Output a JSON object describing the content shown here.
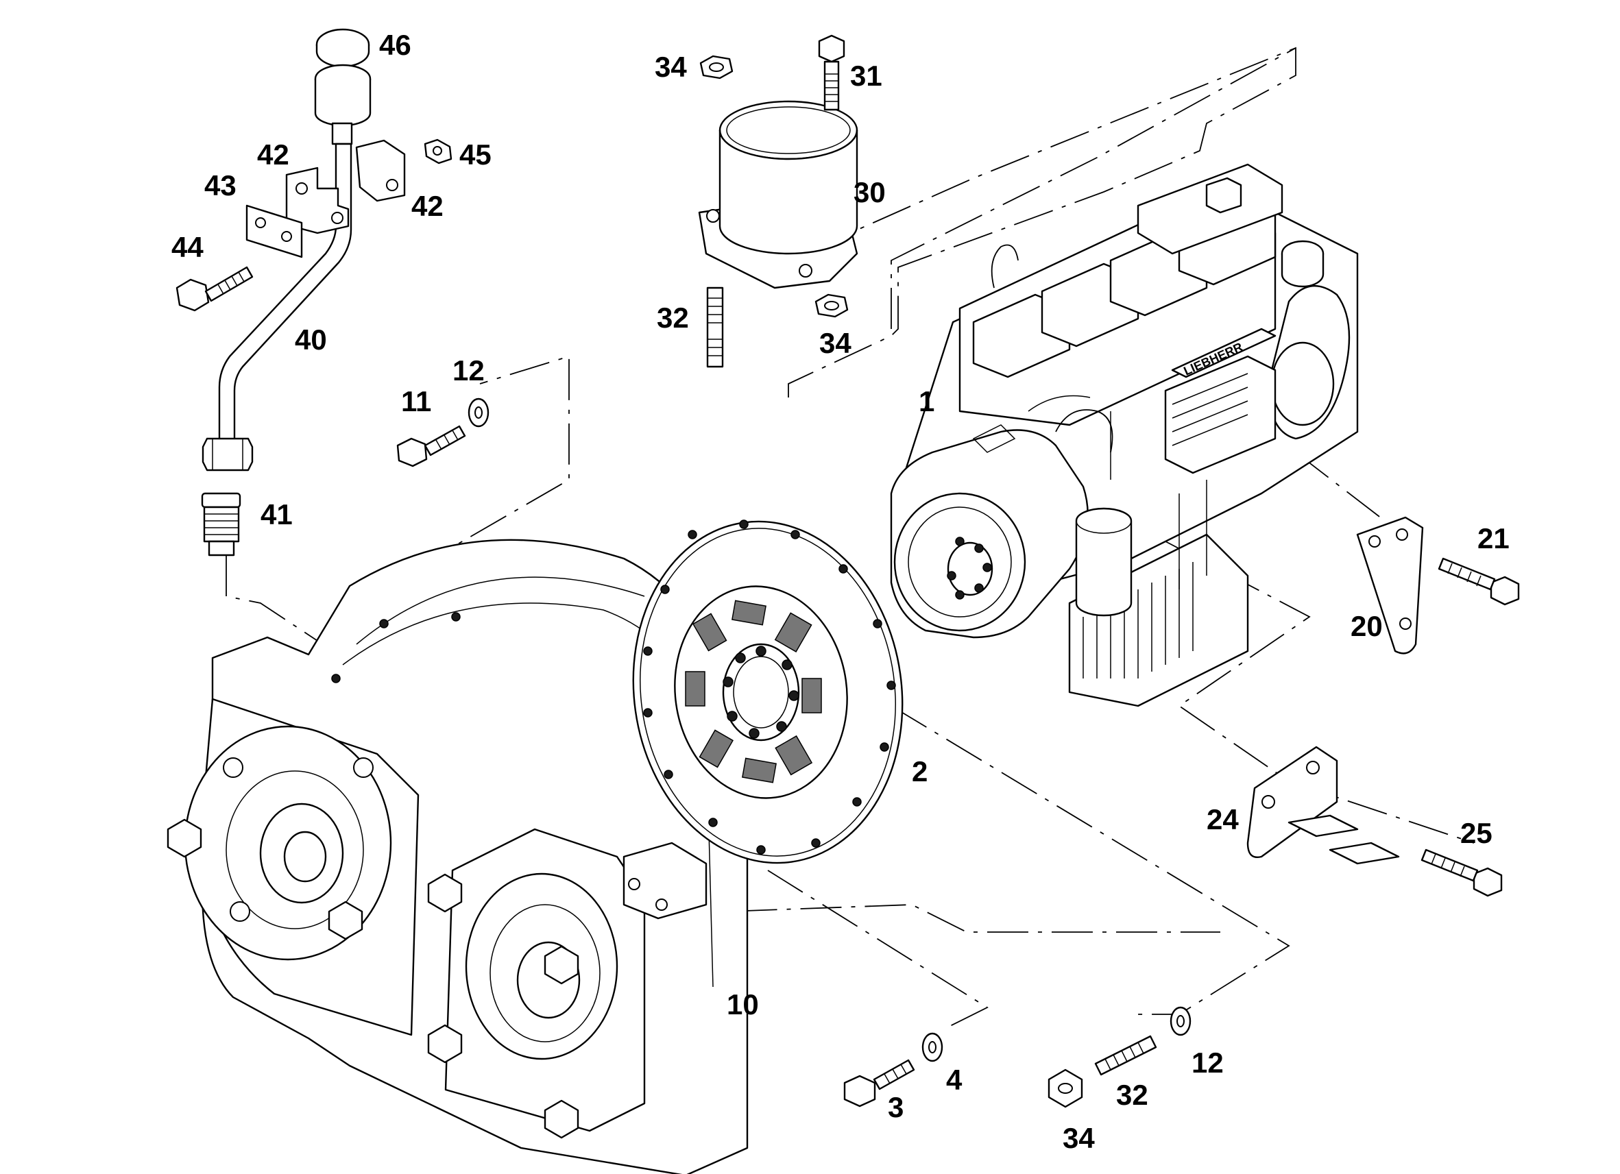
{
  "callouts": {
    "c1": "1",
    "c2": "2",
    "c3": "3",
    "c4": "4",
    "c10": "10",
    "c11": "11",
    "c12a": "12",
    "c12b": "12",
    "c20": "20",
    "c21": "21",
    "c24": "24",
    "c25": "25",
    "c30": "30",
    "c31": "31",
    "c32a": "32",
    "c32b": "32",
    "c34a": "34",
    "c34b": "34",
    "c34c": "34",
    "c40": "40",
    "c41": "41",
    "c42a": "42",
    "c42b": "42",
    "c43": "43",
    "c44": "44",
    "c45": "45",
    "c46": "46"
  },
  "engine_brand": "LIEBHERR",
  "icons": {
    "engine": "engine-block-drawing",
    "flywheel-housing": "housing-drawing",
    "damper": "coupling-disc-drawing",
    "bolt": "bolt-drawing",
    "nut": "nut-drawing",
    "washer": "washer-drawing"
  }
}
